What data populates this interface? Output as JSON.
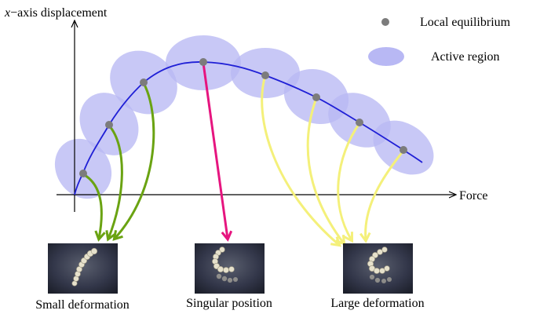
{
  "axes": {
    "y_label_var": "x",
    "y_label_text": "−axis displacement",
    "x_label": "Force"
  },
  "legend": {
    "equilibrium": "Local equilibrium",
    "region": "Active region"
  },
  "captions": {
    "small": "Small deformation",
    "singular": "Singular position",
    "large": "Large deformation"
  },
  "colors": {
    "curve": "#1f1fd6",
    "region": "#b8b8f4",
    "point": "#7c7c7c",
    "small_arrow": "#6aa312",
    "singular_arrow": "#e6157f",
    "large_arrow": "#f4f07a",
    "photo_bg": "#2b2f3a"
  }
}
